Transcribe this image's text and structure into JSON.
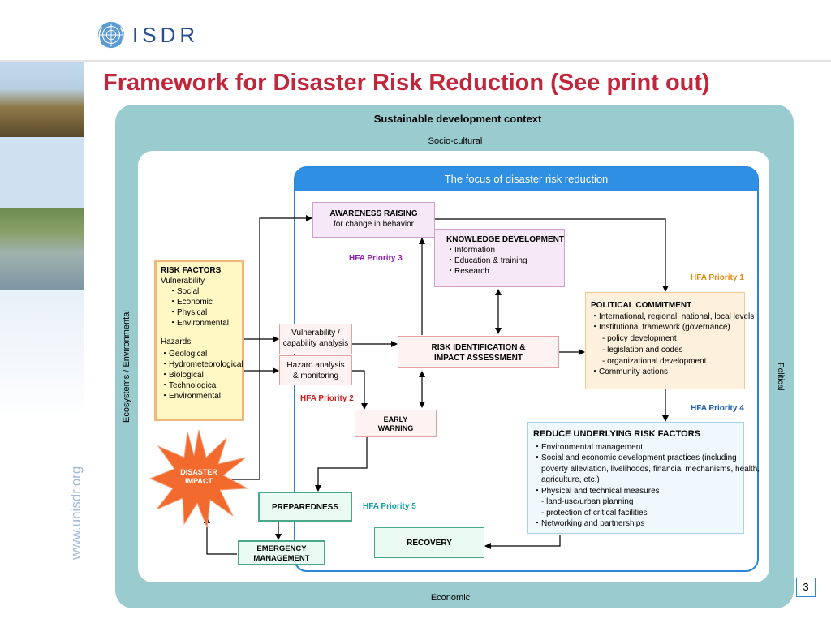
{
  "header": {
    "logo_text": "ISDR",
    "site_url": "www.unisdr.org",
    "title": "Framework for Disaster Risk Reduction (See print out)",
    "page_number": "3"
  },
  "context": {
    "top": "Sustainable development context",
    "socio": "Socio-cultural",
    "economic": "Economic",
    "ecosystems": "Ecosystems / Environmental",
    "political": "Political",
    "focus": "The focus of disaster risk reduction"
  },
  "awareness": {
    "title": "AWARENESS RAISING",
    "subtitle": "for change in behavior"
  },
  "knowledge": {
    "title": "KNOWLEDGE DEVELOPMENT",
    "items": [
      "・Information",
      "・Education & training",
      "・Research"
    ]
  },
  "risk_factors": {
    "title": "RISK FACTORS",
    "vulnerability_label": "Vulnerability",
    "vulnerability_items": [
      "・Social",
      "・Economic",
      "・Physical",
      "・Environmental"
    ],
    "hazards_label": "Hazards",
    "hazard_items": [
      "・Geological",
      "・Hydrometeorological",
      "・Biological",
      "・Technological",
      "・Environmental"
    ]
  },
  "vuln_analysis": {
    "line1": "Vulnerability /",
    "line2": "capability analysis"
  },
  "hazard_analysis": {
    "line1": "Hazard analysis",
    "line2": "& monitoring"
  },
  "risk_id": {
    "line1": "RISK IDENTIFICATION &",
    "line2": "IMPACT ASSESSMENT"
  },
  "political": {
    "title": "POLITICAL COMMITMENT",
    "lines": [
      "・International, regional, national, local levels",
      "・Institutional framework (governance)",
      "  - policy development",
      "  - legislation and codes",
      "  - organizational development",
      "・Community actions"
    ]
  },
  "reduce": {
    "title": "REDUCE UNDERLYING RISK FACTORS",
    "lines": [
      "・Environmental management",
      "・Social and economic development practices (including",
      "  poverty alleviation, livelihoods, financial mechanisms, health,",
      "  agriculture, etc.)",
      "・Physical and technical measures",
      "  - land-use/urban planning",
      "  - protection of critical facilities",
      "・Networking and partnerships"
    ]
  },
  "early_warning": {
    "line1": "EARLY",
    "line2": "WARNING"
  },
  "preparedness": "PREPAREDNESS",
  "recovery": "RECOVERY",
  "emergency": {
    "line1": "EMERGENCY",
    "line2": "MANAGEMENT"
  },
  "disaster": {
    "line1": "DISASTER",
    "line2": "IMPACT"
  },
  "priorities": {
    "p1": "HFA Priority 1",
    "p2": "HFA Priority 2",
    "p3": "HFA Priority 3",
    "p4": "HFA Priority 4",
    "p5": "HFA Priority 5"
  },
  "colors": {
    "title": "#c0263c",
    "outer_frame": "#9acbcf",
    "focus_header": "#2f8fe2",
    "burst": "#f26a2e",
    "hfa1": "#e8880d",
    "hfa2": "#c81d1d",
    "hfa3": "#8a1fb0",
    "hfa4": "#1f5bb0",
    "hfa5": "#15a1a1"
  }
}
